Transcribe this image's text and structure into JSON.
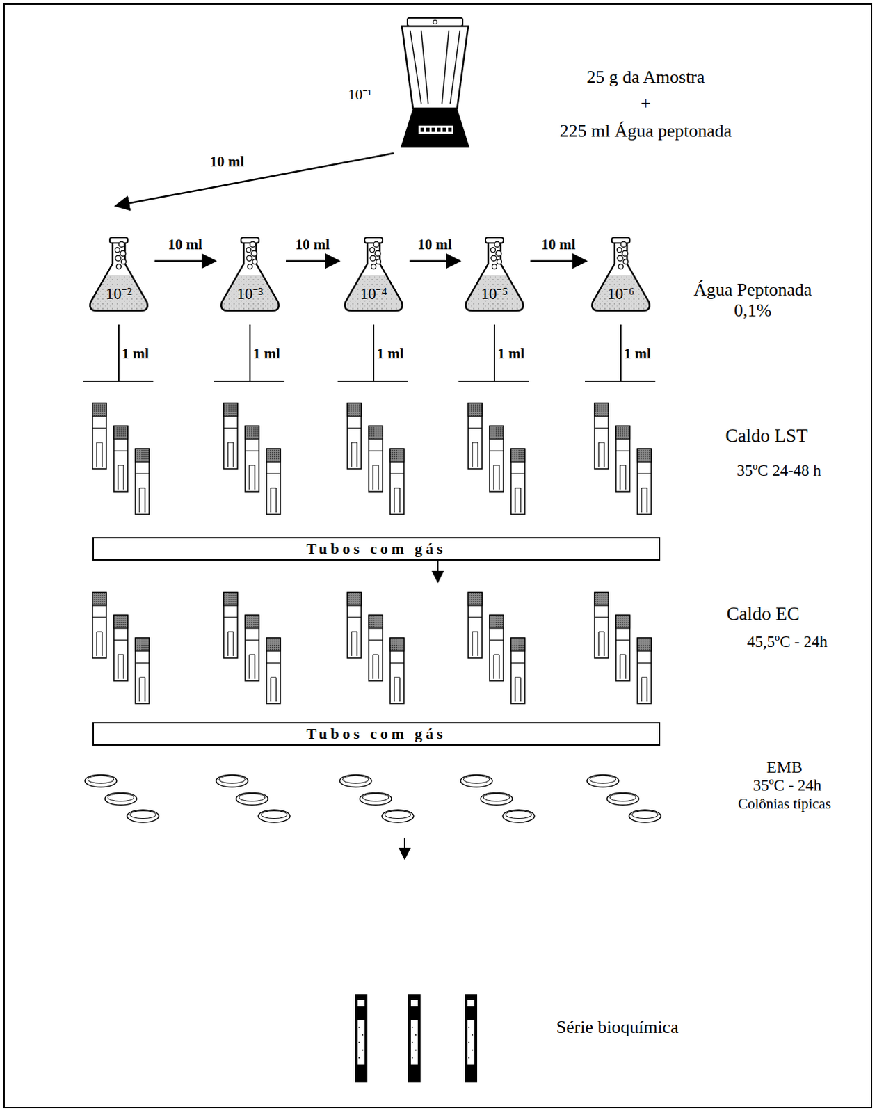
{
  "diagram": {
    "nodes": [
      {
        "text": [
          "10⁻¹"
        ]
      },
      {
        "text": [
          "10⁻²"
        ]
      },
      {
        "text": [
          "10⁻³"
        ]
      },
      {
        "text": [
          "10⁻⁴"
        ]
      },
      {
        "text": [
          "10⁻⁵"
        ]
      },
      {
        "text": [
          "10⁻⁶"
        ]
      },
      {
        "text": [
          "Tubos com gás"
        ]
      },
      {
        "text": [
          "Tubos com gás"
        ]
      }
    ],
    "edges": [
      {
        "from": 0,
        "to": 1,
        "label": "10 ml",
        "arrow": "to"
      },
      {
        "from": 1,
        "to": 2,
        "label": "10 ml",
        "arrow": "to"
      },
      {
        "from": 2,
        "to": 3,
        "label": "10 ml",
        "arrow": "to"
      },
      {
        "from": 3,
        "to": 4,
        "label": "10 ml",
        "arrow": "to"
      },
      {
        "from": 4,
        "to": 5,
        "label": "10 ml",
        "arrow": "to"
      }
    ],
    "labels": [
      "25 g da Amostra",
      "+",
      "225 ml Água peptonada",
      "Água Peptonada 0,1%",
      "1 ml",
      "1 ml",
      "1 ml",
      "1 ml",
      "1 ml",
      "Caldo LST",
      "35ºC 24-48 h",
      "Caldo EC",
      "45,5ºC - 24h",
      "EMB",
      "35ºC - 24h",
      "Colônias típicas",
      "Série bioquímica"
    ]
  }
}
